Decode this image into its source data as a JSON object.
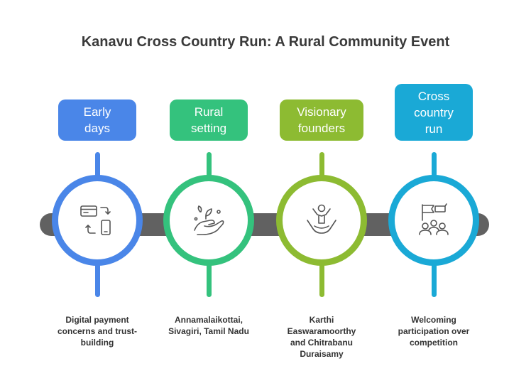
{
  "title": "Kanavu Cross Country Run: A Rural Community Event",
  "stages": [
    {
      "label": "Early\ndays",
      "description": "Digital payment\nconcerns and trust-\nbuilding",
      "color": "#4a86e8",
      "icon": "payment-exchange-icon"
    },
    {
      "label": "Rural\nsetting",
      "description": "Annamalaikottai,\nSivagiri, Tamil Nadu",
      "color": "#34c27d",
      "icon": "hand-plant-icon"
    },
    {
      "label": "Visionary\nfounders",
      "description": "Karthi\nEaswaramoorthy\nand Chitrabanu\nDuraisamy",
      "color": "#8dbb32",
      "icon": "person-hands-icon"
    },
    {
      "label": "Cross\ncountry\nrun",
      "description": "Welcoming\nparticipation over\ncompetition",
      "color": "#1aa9d6",
      "icon": "flag-group-icon"
    }
  ]
}
